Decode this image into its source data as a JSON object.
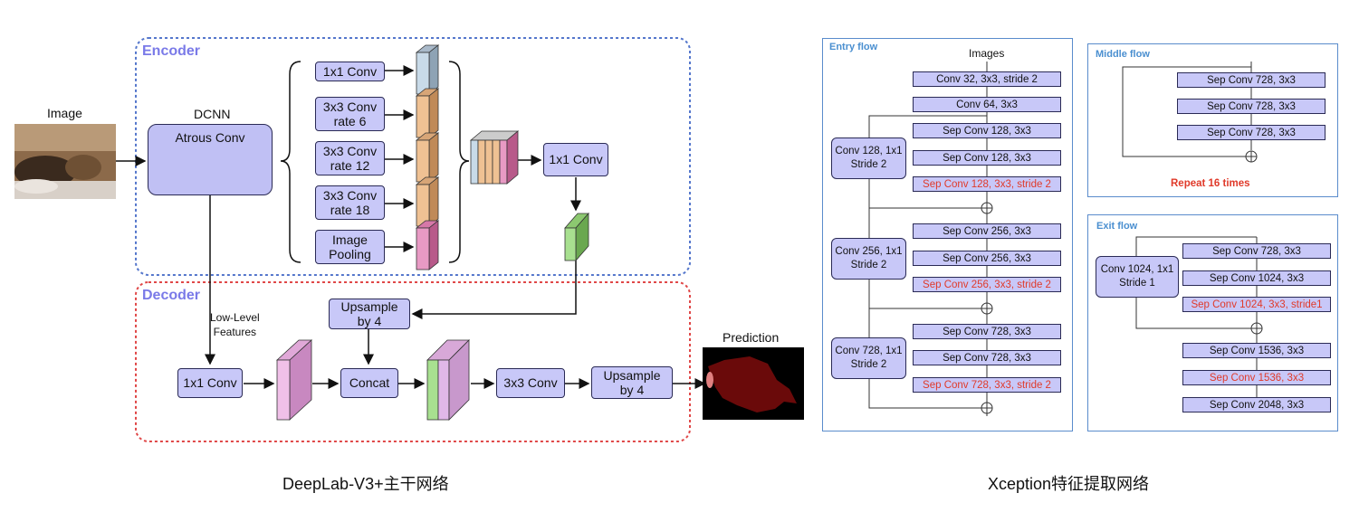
{
  "deeplab": {
    "caption": "DeepLab-V3+主干网络",
    "encoder_title": "Encoder",
    "decoder_title": "Decoder",
    "image_label": "Image",
    "dcnn_label": "DCNN",
    "atrous_label": "Atrous Conv",
    "branches": [
      "1x1 Conv",
      "3x3 Conv\nrate 6",
      "3x3 Conv\nrate 12",
      "3x3 Conv\nrate 18",
      "Image\nPooling"
    ],
    "enc_conv": "1x1 Conv",
    "upsample1": "Upsample\nby 4",
    "low_level": "Low-Level\nFeatures",
    "dec_conv": "1x1 Conv",
    "concat": "Concat",
    "conv3": "3x3 Conv",
    "upsample2": "Upsample\nby 4",
    "prediction": "Prediction"
  },
  "xception": {
    "caption": "Xception特征提取网络",
    "entry": {
      "title": "Entry  flow",
      "images": "Images",
      "top": [
        "Conv 32, 3x3, stride 2",
        "Conv 64, 3x3"
      ],
      "blocks": [
        {
          "side": "Conv 128, 1x1\nStride 2",
          "layers": [
            "Sep Conv 128, 3x3",
            "Sep Conv 128, 3x3",
            "Sep Conv 128, 3x3, stride 2"
          ]
        },
        {
          "side": "Conv 256, 1x1\nStride 2",
          "layers": [
            "Sep Conv 256, 3x3",
            "Sep Conv 256, 3x3",
            "Sep Conv 256, 3x3, stride 2"
          ]
        },
        {
          "side": "Conv 728, 1x1\nStride 2",
          "layers": [
            "Sep Conv 728, 3x3",
            "Sep Conv 728, 3x3",
            "Sep Conv 728, 3x3, stride 2"
          ]
        }
      ]
    },
    "middle": {
      "title": "Middle  flow",
      "layers": [
        "Sep Conv 728, 3x3",
        "Sep Conv 728, 3x3",
        "Sep Conv 728, 3x3"
      ],
      "repeat": "Repeat 16 times"
    },
    "exit": {
      "title": "Exit  flow",
      "side": "Conv 1024, 1x1\nStride 1",
      "block": [
        "Sep Conv 728, 3x3",
        "Sep Conv 1024, 3x3",
        "Sep Conv 1024, 3x3, stride1"
      ],
      "tail": [
        "Sep Conv 1536, 3x3",
        "Sep Conv 1536, 3x3",
        "Sep Conv 2048, 3x3"
      ]
    }
  },
  "colors": {
    "encoder_border": "#5577cc",
    "decoder_border": "#e04848",
    "panel_border": "#5a8ccc",
    "node_fill": "#c8c8f8",
    "highlight_text": "#e03a2a",
    "flow_title": "#4a8fd0"
  }
}
